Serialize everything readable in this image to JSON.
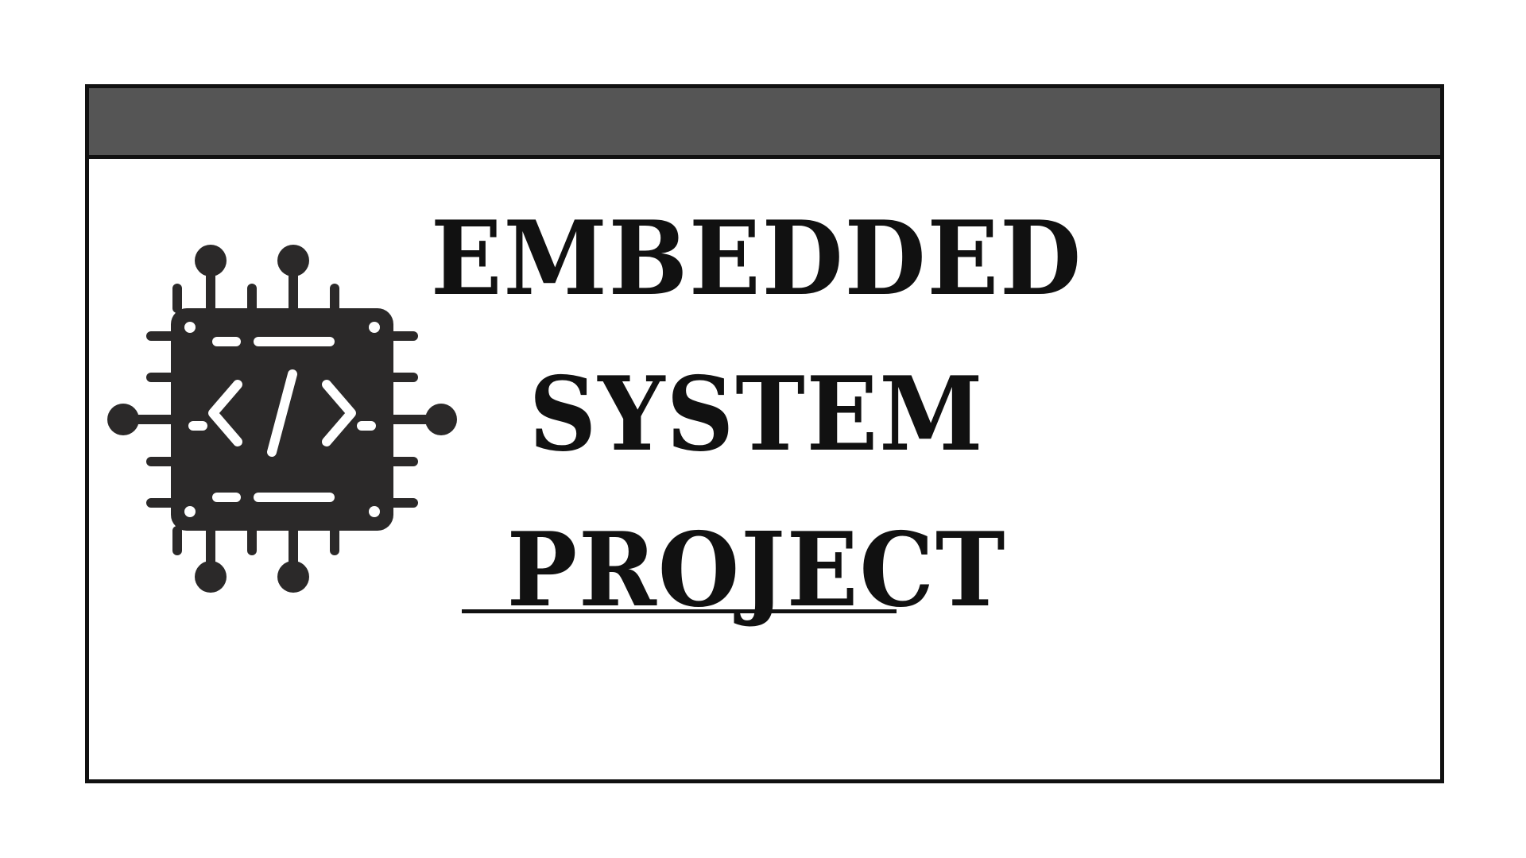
{
  "title": {
    "line1": "EMBEDDED",
    "line2": "SYSTEM",
    "line3": "PROJECT"
  },
  "icon": {
    "name": "microchip-code-icon",
    "symbol": "</>"
  },
  "colors": {
    "titlebar": "#555555",
    "border": "#111111",
    "text": "#111111",
    "background": "#ffffff"
  }
}
